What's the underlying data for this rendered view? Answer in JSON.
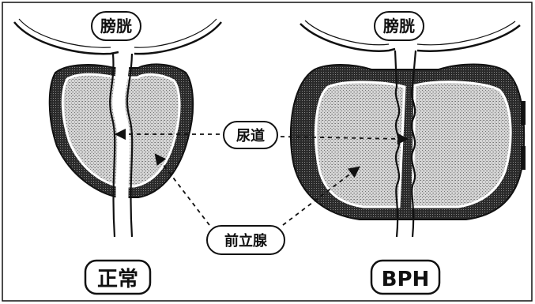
{
  "labels": {
    "bladder_left": "膀胱",
    "bladder_right": "膀胱",
    "urethra": "尿道",
    "prostate": "前立腺",
    "normal": "正常",
    "bph": "BPH"
  },
  "colors": {
    "line": "#111111",
    "capsule_fill": "#3a3a3a",
    "gland_fill": "#c8c8c8",
    "background": "#ffffff"
  }
}
